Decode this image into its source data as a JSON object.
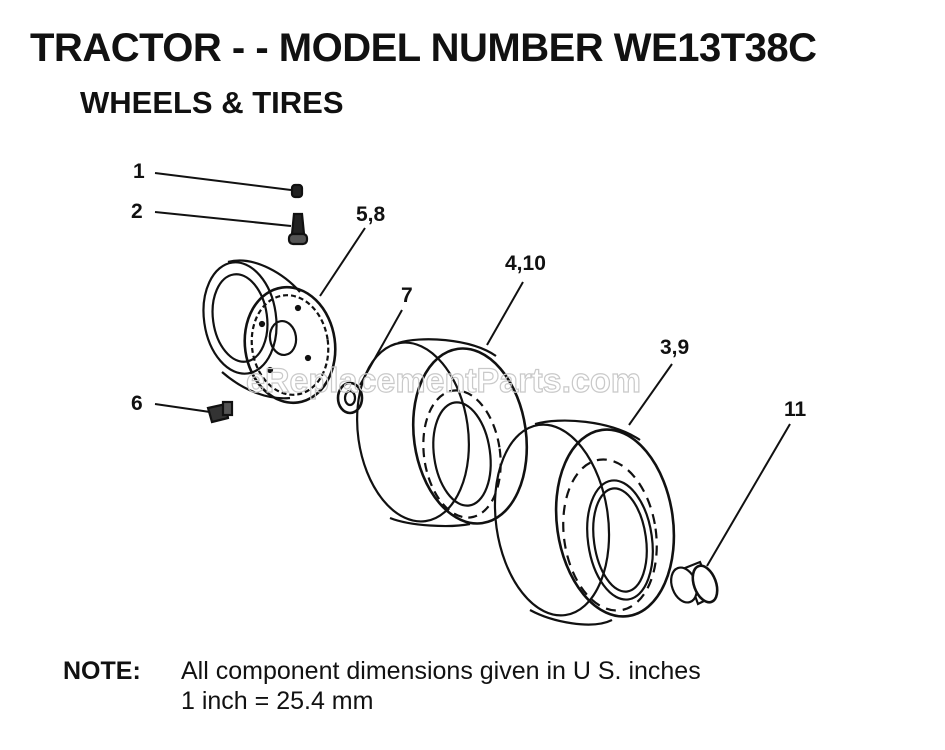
{
  "header": {
    "title": "TRACTOR - - MODEL NUMBER WE13T38C",
    "subtitle": "WHEELS & TIRES"
  },
  "callouts": [
    "1",
    "2",
    "5,8",
    "7",
    "4,10",
    "3,9",
    "6",
    "11"
  ],
  "watermark": "eReplacementParts.com",
  "note": {
    "label": "NOTE:",
    "line1": "All component dimensions given in U S. inches",
    "line2": "1 inch = 25.4 mm"
  }
}
